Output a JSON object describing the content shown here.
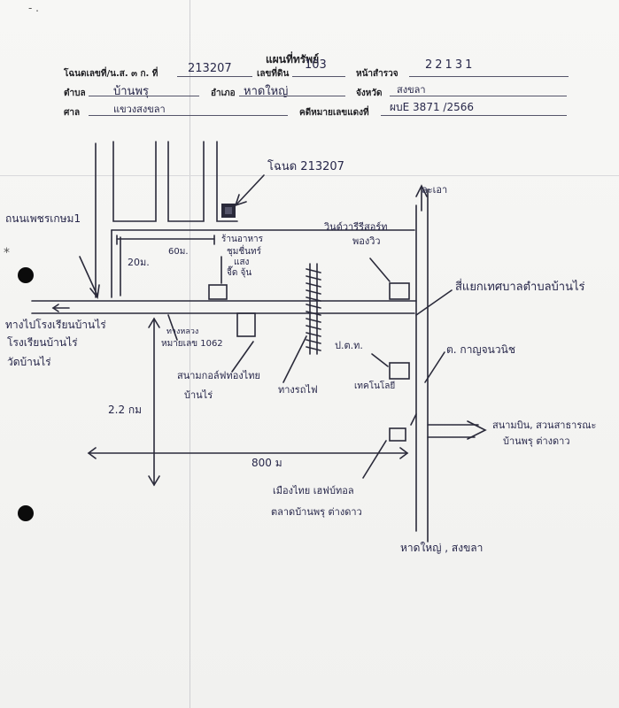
{
  "top_mark": "- .",
  "header": {
    "title": "แผนที่ทรัพย์",
    "deed_label": "โฉนดเลขที่/น.ส. ๓ ก. ที่",
    "deed_value": "213207",
    "land_no_label": "เลขที่ดิน",
    "land_no_value": "103",
    "survey_label": "หน้าสำรวจ",
    "survey_value": "22131",
    "subdistrict_label": "ตำบล",
    "subdistrict_value": "บ้านพรุ",
    "district_label": "อำเภอ",
    "district_value": "หาดใหญ่",
    "province_label": "จังหวัด",
    "province_value": "สงขลา",
    "court_label": "ศาล",
    "court_value": "แขวงสงขลา",
    "case_label": "คดีหมายเลขแดงที่",
    "case_value": "ผบE 3871 /2566"
  },
  "map": {
    "deed_pointer": "โฉนด 213207",
    "north_label": "ละเอา",
    "road_left": "ถนนเพชรเกษม1",
    "dist_60": "60ม.",
    "dist_20": "20ม.",
    "shop": "ร้านอาหาร",
    "shop2": "ชุมชื่นทร์",
    "shop3": "แสง",
    "shop4": "จื๊ด จุ้น",
    "lamp_shop": "วินด์วารีรีสอร์ท",
    "lamp_shop2": "พองวิว",
    "school_line1": "ทางไปโรงเรียนบ้านไร่",
    "school_line2": "โรงเรียนบ้านไร่",
    "school_line3": "วัดบ้านไร่",
    "junction": "สี่แยกเทศบาลตำบลบ้านไร่",
    "road_1062_1": "ทางหลวง",
    "road_1062_2": "หมายเลข 1062",
    "park_1": "สนามกอล์ฟทองไทย",
    "park_2": "บ้านไร่",
    "railway": "ทางรถไฟ",
    "pol_1": "ป.ต.ท.",
    "pol_2": "เทคโนโลยี",
    "temple": "ต. กาญจนวนิช",
    "dist_22": "2.2 กม",
    "dist_800": "800 ม",
    "airport_1": "สนามบิน, สวนสาธารณะ",
    "airport_2": "บ้านพรุ ต่างดาว",
    "hotel_1": "เมืองไทย เฮฟบ์ทอล",
    "hotel_2": "ตลาดบ้านพรุ ต่างดาว",
    "south_label": "หาดใหญ่ , สงขลา",
    "side_mark": "*"
  }
}
